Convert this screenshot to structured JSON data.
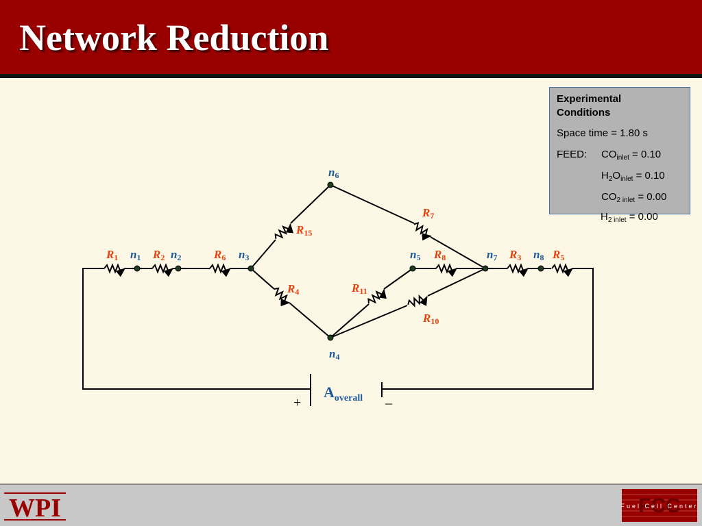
{
  "header": {
    "title": "Network Reduction"
  },
  "conditions": {
    "heading_line1": "Experimental",
    "heading_line2": "Conditions",
    "space_time": "Space time = 1.80 s",
    "feed_label": "FEED:",
    "co_inlet": {
      "species": "CO",
      "sub": "inlet",
      "value": " = 0.10"
    },
    "h2o_inlet": {
      "species_a": "H",
      "sub_a": "2",
      "species_b": "O",
      "sub": "inlet",
      "value": " = 0.10"
    },
    "co2_inlet": {
      "species": "CO",
      "sub": "2 inlet",
      "value": " = 0.00"
    },
    "h2_inlet": {
      "species": "H",
      "sub": "2 inlet",
      "value": " = 0.00"
    }
  },
  "diagram": {
    "colors": {
      "resistor_label": "#e8410e",
      "node_label": "#1a5a9a",
      "wire": "#000000"
    },
    "resistors": {
      "r1": {
        "letter": "R",
        "sub": "1"
      },
      "r2": {
        "letter": "R",
        "sub": "2"
      },
      "r6": {
        "letter": "R",
        "sub": "6"
      },
      "r15": {
        "letter": "R",
        "sub": "15"
      },
      "r4": {
        "letter": "R",
        "sub": "4"
      },
      "r7": {
        "letter": "R",
        "sub": "7"
      },
      "r11": {
        "letter": "R",
        "sub": "11"
      },
      "r10": {
        "letter": "R",
        "sub": "10"
      },
      "r8": {
        "letter": "R",
        "sub": "8"
      },
      "r3": {
        "letter": "R",
        "sub": "3"
      },
      "r5": {
        "letter": "R",
        "sub": "5"
      }
    },
    "nodes": {
      "n1": {
        "letter": "n",
        "sub": "1"
      },
      "n2": {
        "letter": "n",
        "sub": "2"
      },
      "n3": {
        "letter": "n",
        "sub": "3"
      },
      "n4": {
        "letter": "n",
        "sub": "4"
      },
      "n5": {
        "letter": "n",
        "sub": "5"
      },
      "n6": {
        "letter": "n",
        "sub": "6"
      },
      "n7": {
        "letter": "n",
        "sub": "7"
      },
      "n8": {
        "letter": "n",
        "sub": "8"
      }
    },
    "source": {
      "letter": "A",
      "sub": "overall",
      "plus": "+",
      "minus": "_"
    }
  },
  "footer": {
    "wpi_logo": "WPI",
    "fcc_logo": "FCC",
    "fcc_tagline": "Fuel Cell Center"
  }
}
